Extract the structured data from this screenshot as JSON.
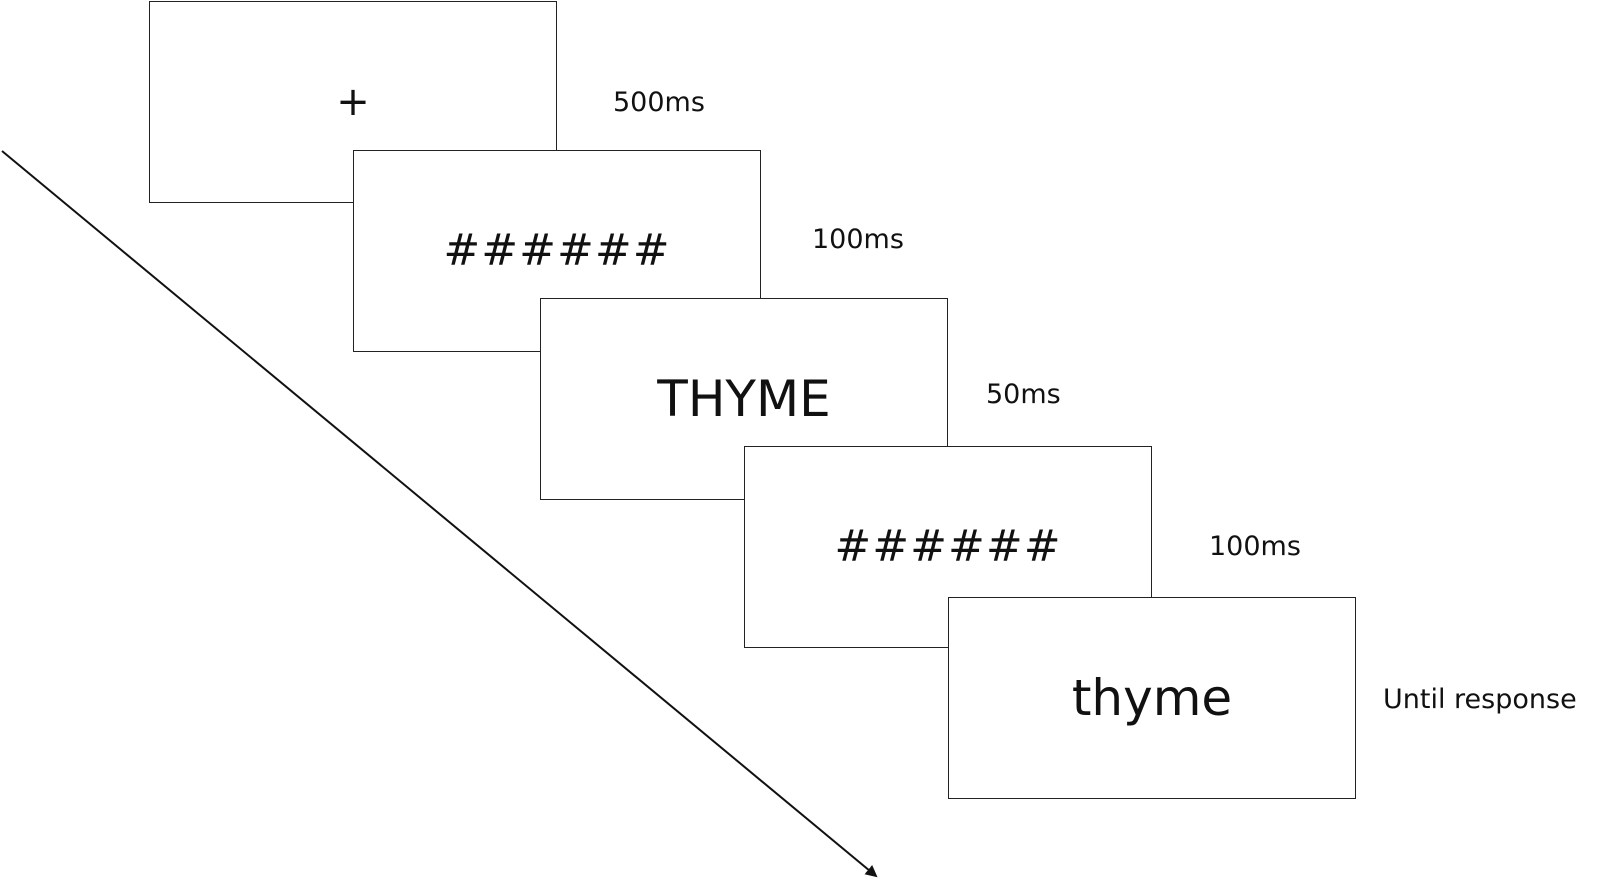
{
  "diagram": {
    "frames": [
      {
        "id": "fixation",
        "stimulus": "+",
        "duration": "500ms"
      },
      {
        "id": "forward-mask",
        "stimulus": "######",
        "duration": "100ms"
      },
      {
        "id": "prime",
        "stimulus": "THYME",
        "duration": "50ms"
      },
      {
        "id": "backward-mask",
        "stimulus": "######",
        "duration": "100ms"
      },
      {
        "id": "target",
        "stimulus": "thyme",
        "duration": "Until response"
      }
    ],
    "arrow_icon": "time-arrow-icon"
  }
}
